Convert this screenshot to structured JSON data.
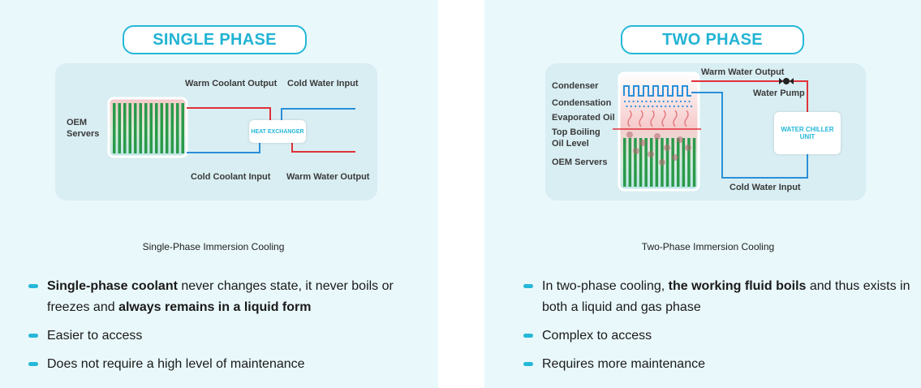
{
  "single": {
    "title": "SINGLE PHASE",
    "labels": {
      "warm_coolant_output": "Warm Coolant Output",
      "cold_water_input": "Cold Water Input",
      "oem_servers_1": "OEM",
      "oem_servers_2": "Servers",
      "heat_exchanger": "HEAT EXCHANGER",
      "cold_coolant_input": "Cold Coolant Input",
      "warm_water_output": "Warm Water Output"
    },
    "caption": "Single-Phase Immersion Cooling",
    "bullets": [
      {
        "b1": "Single-phase coolant",
        "t1": " never changes state, it never boils or freezes and ",
        "b2": "always remains in a liquid form"
      },
      {
        "t1": "Easier to access"
      },
      {
        "t1": "Does not require a high level of maintenance"
      }
    ]
  },
  "two": {
    "title": "TWO PHASE",
    "labels": {
      "condenser": "Condenser",
      "condensation": "Condensation",
      "evaporated_oil": "Evaporated Oil",
      "top_boiling_1": "Top Boiling",
      "top_boiling_2": "Oil Level",
      "oem_servers": "OEM Servers",
      "warm_water_output": "Warm Water Output",
      "water_pump": "Water Pump",
      "water_chiller_unit": "WATER CHILLER UNIT",
      "cold_water_input": "Cold Water Input"
    },
    "caption": "Two-Phase Immersion Cooling",
    "bullets": [
      {
        "t1": "In two-phase cooling, ",
        "b1": "the working fluid boils",
        "t2": " and thus exists in both a liquid and gas phase"
      },
      {
        "t1": "Complex to access"
      },
      {
        "t1": "Requires more maintenance"
      }
    ]
  },
  "colors": {
    "accent": "#25b8d8",
    "hot_line": "#e0313a",
    "cold_line": "#2a8fd8",
    "server_green": "#2a9a4a",
    "panel_bg": "#e9f8fb",
    "diagram_bg": "#d8eef3"
  }
}
